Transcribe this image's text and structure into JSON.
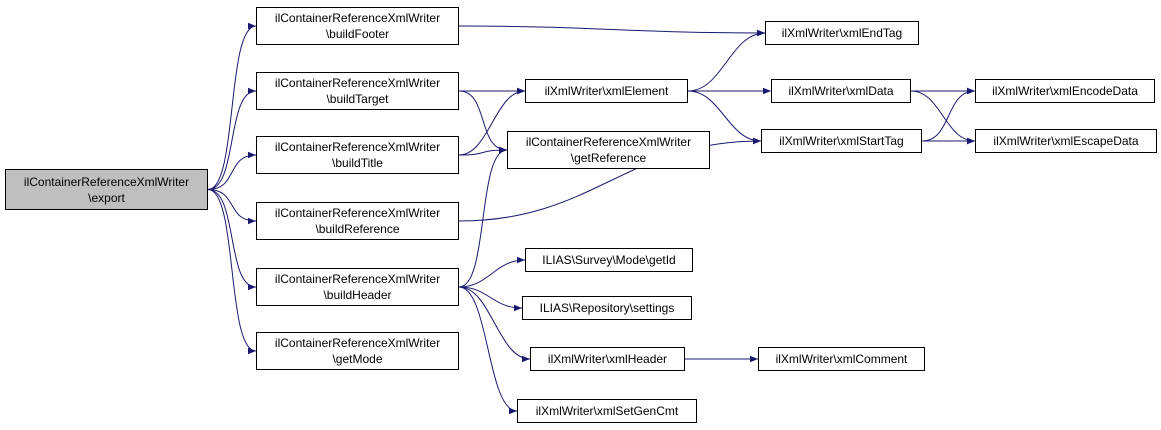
{
  "colors": {
    "edge": "#191970",
    "root_fill": "#bfbfbf",
    "node_fill": "#ffffff",
    "border": "#000000"
  },
  "nodes": [
    {
      "id": "export",
      "lines": [
        "ilContainerReferenceXmlWriter",
        "\\export"
      ],
      "root": true
    },
    {
      "id": "buildFooter",
      "lines": [
        "ilContainerReferenceXmlWriter",
        "\\buildFooter"
      ]
    },
    {
      "id": "buildTarget",
      "lines": [
        "ilContainerReferenceXmlWriter",
        "\\buildTarget"
      ]
    },
    {
      "id": "buildTitle",
      "lines": [
        "ilContainerReferenceXmlWriter",
        "\\buildTitle"
      ]
    },
    {
      "id": "buildReference",
      "lines": [
        "ilContainerReferenceXmlWriter",
        "\\buildReference"
      ]
    },
    {
      "id": "buildHeader",
      "lines": [
        "ilContainerReferenceXmlWriter",
        "\\buildHeader"
      ]
    },
    {
      "id": "getMode",
      "lines": [
        "ilContainerReferenceXmlWriter",
        "\\getMode"
      ]
    },
    {
      "id": "xmlElement",
      "lines": [
        "ilXmlWriter\\xmlElement"
      ]
    },
    {
      "id": "getReference",
      "lines": [
        "ilContainerReferenceXmlWriter",
        "\\getReference"
      ]
    },
    {
      "id": "getId",
      "lines": [
        "ILIAS\\Survey\\Mode\\getId"
      ]
    },
    {
      "id": "settings",
      "lines": [
        "ILIAS\\Repository\\settings"
      ]
    },
    {
      "id": "xmlHeader",
      "lines": [
        "ilXmlWriter\\xmlHeader"
      ]
    },
    {
      "id": "xmlSetGenCmt",
      "lines": [
        "ilXmlWriter\\xmlSetGenCmt"
      ]
    },
    {
      "id": "xmlEndTag",
      "lines": [
        "ilXmlWriter\\xmlEndTag"
      ]
    },
    {
      "id": "xmlData",
      "lines": [
        "ilXmlWriter\\xmlData"
      ]
    },
    {
      "id": "xmlStartTag",
      "lines": [
        "ilXmlWriter\\xmlStartTag"
      ]
    },
    {
      "id": "xmlComment",
      "lines": [
        "ilXmlWriter\\xmlComment"
      ]
    },
    {
      "id": "xmlEncodeData",
      "lines": [
        "ilXmlWriter\\xmlEncodeData"
      ]
    },
    {
      "id": "xmlEscapeData",
      "lines": [
        "ilXmlWriter\\xmlEscapeData"
      ]
    }
  ],
  "edges": [
    {
      "from": "export",
      "to": "buildFooter"
    },
    {
      "from": "export",
      "to": "buildTarget"
    },
    {
      "from": "export",
      "to": "buildTitle"
    },
    {
      "from": "export",
      "to": "buildReference"
    },
    {
      "from": "export",
      "to": "buildHeader"
    },
    {
      "from": "export",
      "to": "getMode"
    },
    {
      "from": "buildFooter",
      "to": "xmlEndTag"
    },
    {
      "from": "buildTarget",
      "to": "xmlElement"
    },
    {
      "from": "buildTarget",
      "to": "getReference"
    },
    {
      "from": "buildTitle",
      "to": "xmlElement"
    },
    {
      "from": "buildTitle",
      "to": "getReference"
    },
    {
      "from": "buildReference",
      "to": "xmlStartTag"
    },
    {
      "from": "buildHeader",
      "to": "getReference"
    },
    {
      "from": "buildHeader",
      "to": "getId"
    },
    {
      "from": "buildHeader",
      "to": "settings"
    },
    {
      "from": "buildHeader",
      "to": "xmlHeader"
    },
    {
      "from": "buildHeader",
      "to": "xmlSetGenCmt"
    },
    {
      "from": "xmlElement",
      "to": "xmlEndTag"
    },
    {
      "from": "xmlElement",
      "to": "xmlData"
    },
    {
      "from": "xmlElement",
      "to": "xmlStartTag"
    },
    {
      "from": "xmlData",
      "to": "xmlEncodeData"
    },
    {
      "from": "xmlData",
      "to": "xmlEscapeData"
    },
    {
      "from": "xmlStartTag",
      "to": "xmlEncodeData"
    },
    {
      "from": "xmlStartTag",
      "to": "xmlEscapeData"
    },
    {
      "from": "xmlHeader",
      "to": "xmlComment"
    }
  ]
}
